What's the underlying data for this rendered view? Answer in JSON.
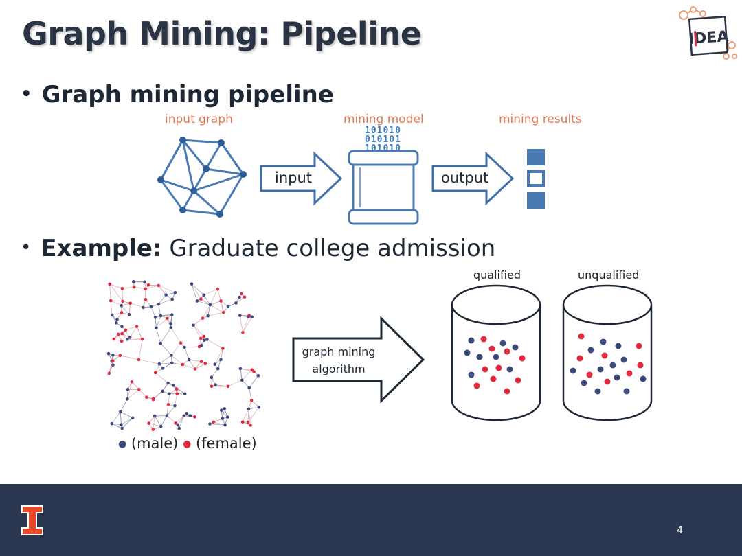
{
  "slide": {
    "title": "Graph Mining: Pipeline",
    "page_number": "4"
  },
  "bullets": {
    "pipeline": "Graph mining pipeline",
    "example_bold": "Example:",
    "example_rest": " Graduate college admission"
  },
  "pipeline": {
    "input_graph_label": "input graph",
    "mining_model_label": "mining model",
    "mining_results_label": "mining results",
    "input_arrow_label": "input",
    "output_arrow_label": "output",
    "binary_lines": [
      "101010",
      "010101",
      "101010"
    ]
  },
  "example": {
    "arrow_label_line1": "graph mining",
    "arrow_label_line2": "algorithm",
    "qualified_label": "qualified",
    "unqualified_label": "unqualified",
    "legend_male": "(male)",
    "legend_female": "(female)"
  },
  "logo": {
    "text": "IDEA"
  },
  "colors": {
    "accent_blue": "#3d6ea8",
    "male": "#3d4a7c",
    "female": "#e02a3f",
    "label_orange": "#e07a52",
    "footer": "#2a3650",
    "illinois_orange": "#e8472a"
  }
}
